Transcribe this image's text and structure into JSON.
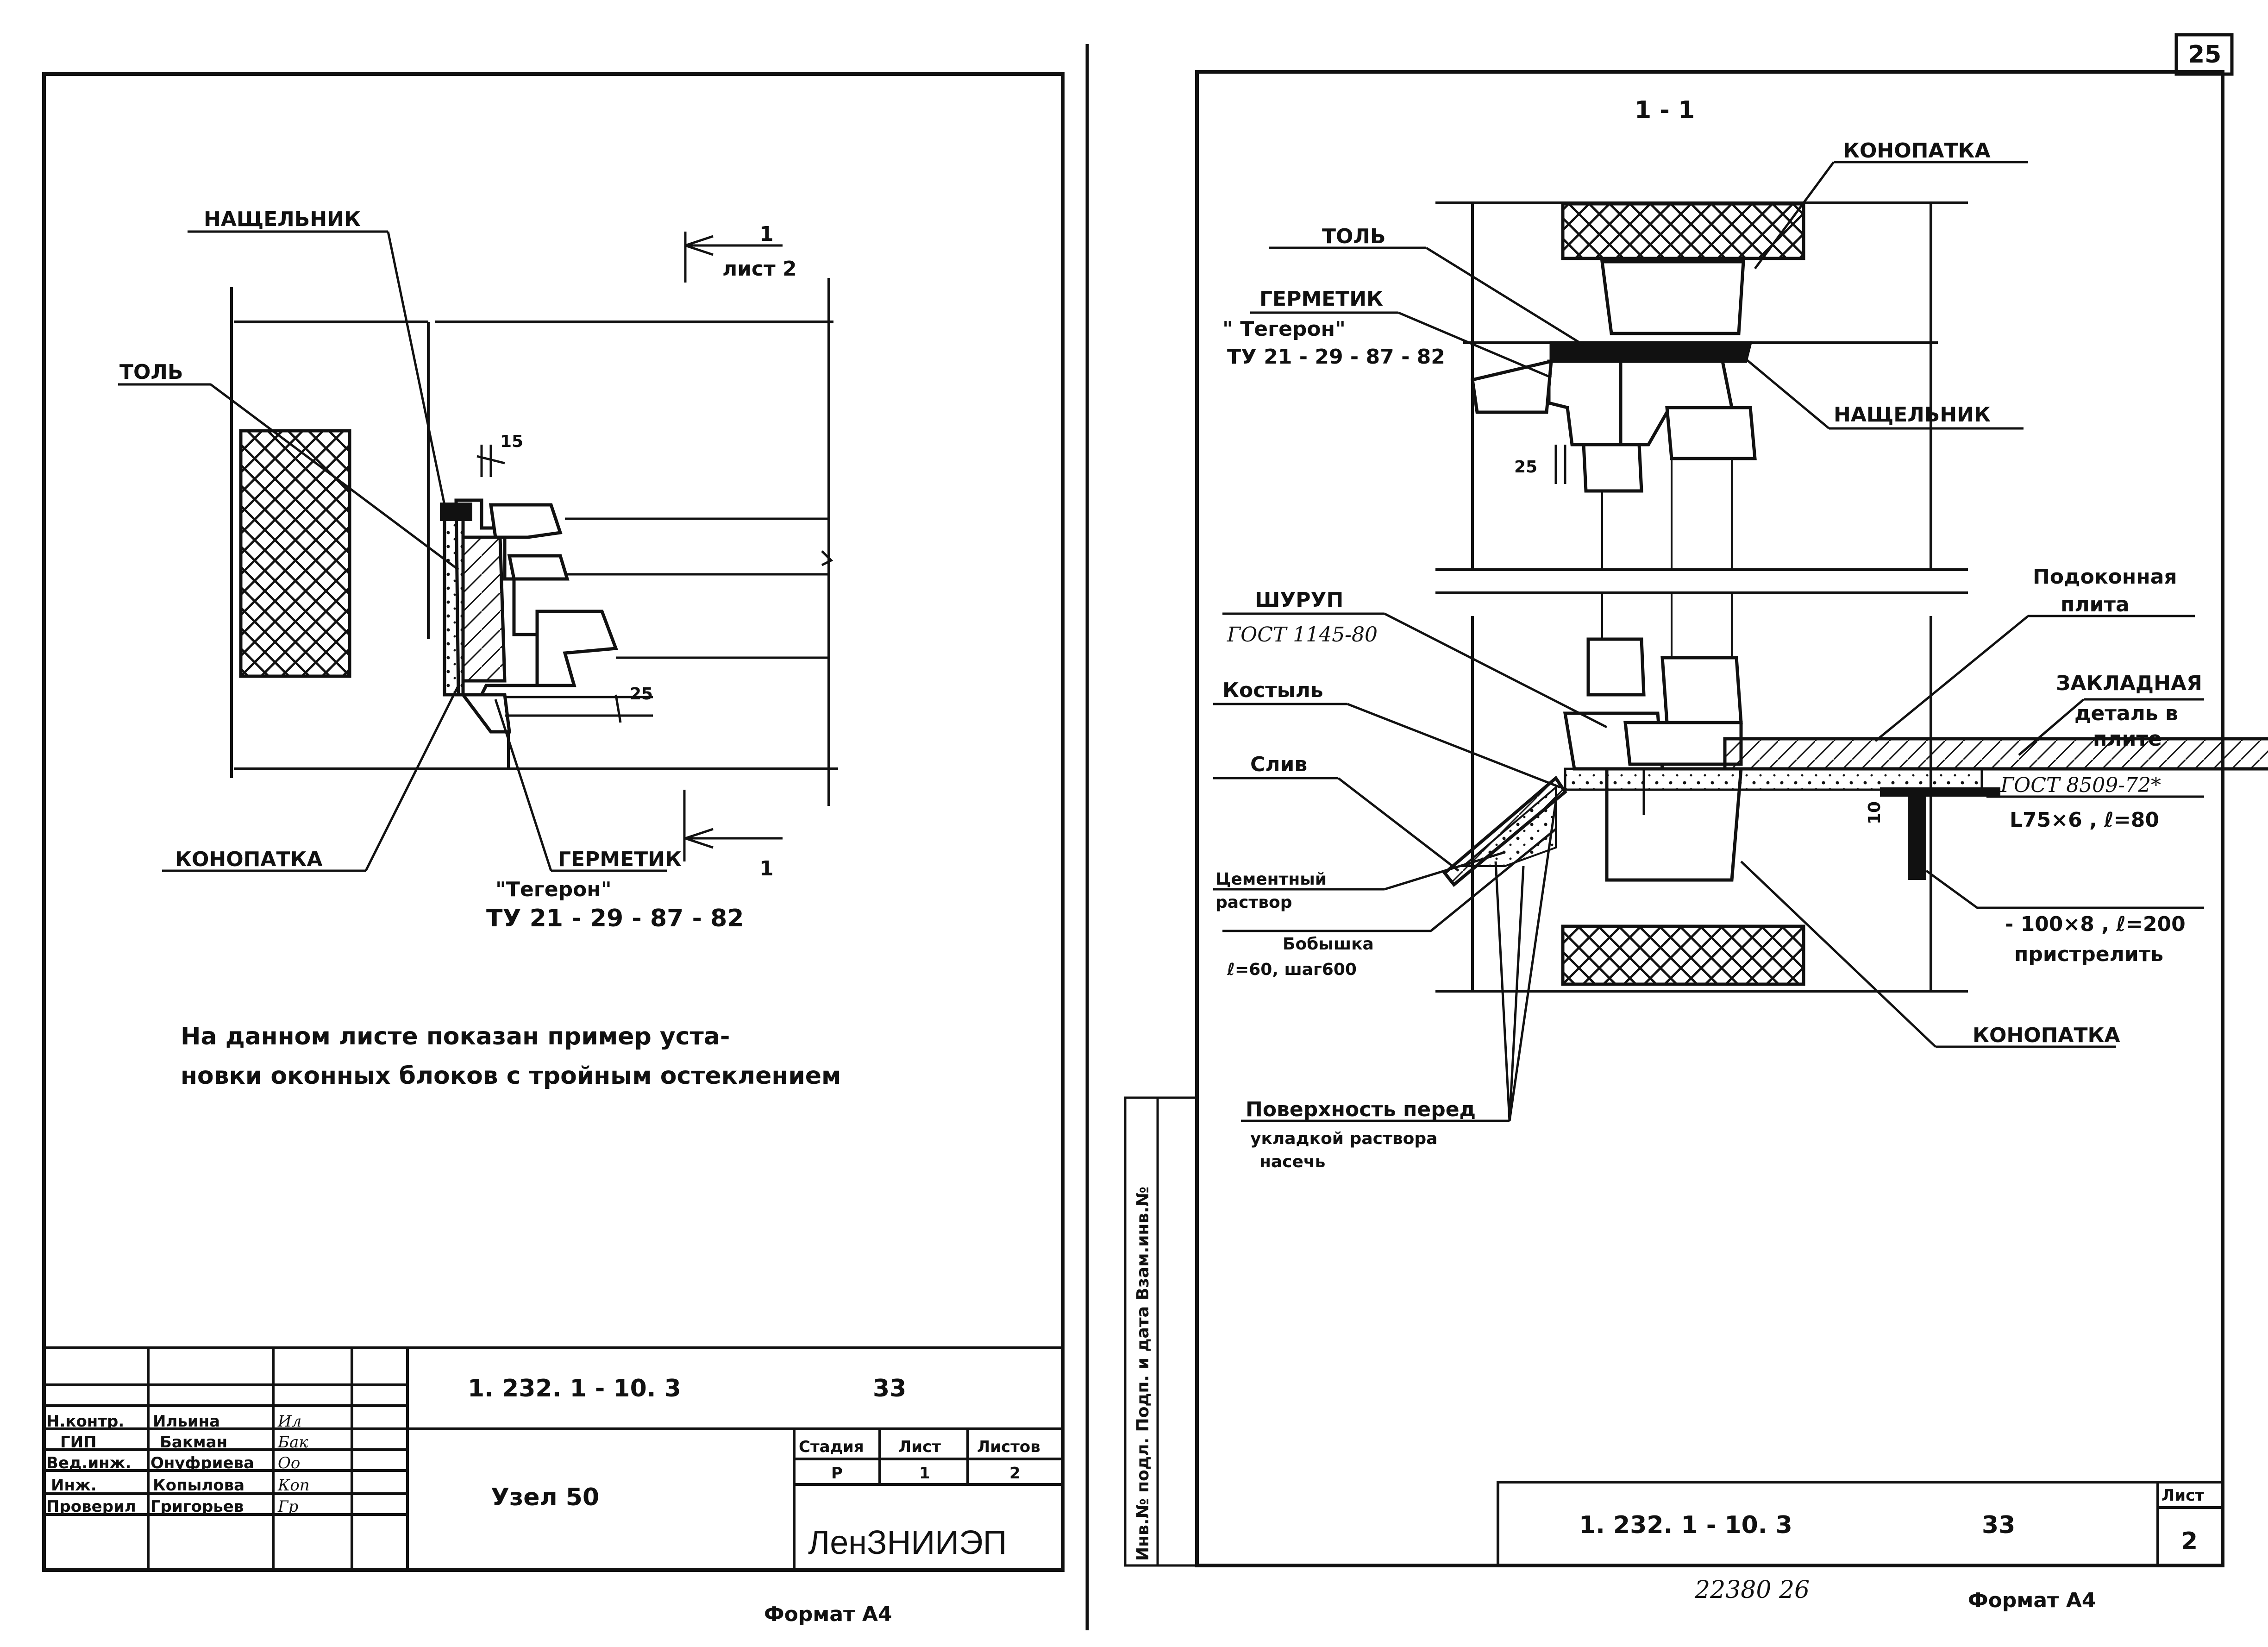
{
  "sheet_number": "25",
  "left_sheet": {
    "labels": {
      "nashchelnik": "НАЩЕЛЬНИК",
      "tol": "ТОЛЬ",
      "konopatka": "КОНОПАТКА",
      "germetik": "ГЕРМЕТИК",
      "tegeron": "\"Тегерон\"",
      "tu": "ТУ 21 - 29 - 87 - 82",
      "dim_15": "15",
      "dim_25": "25",
      "section_top_num": "1",
      "section_top_ref": "лист 2",
      "section_bottom_num": "1"
    },
    "note_line1": "На  данном  листе  показан  пример  уста-",
    "note_line2": "новки  оконных  блоков  с тройным остеклением",
    "title_block": {
      "rows": [
        {
          "role": "Н.контр.",
          "name": "Ильина",
          "sign": "Ил"
        },
        {
          "role": "ГИП",
          "name": "Бакман",
          "sign": "Бак"
        },
        {
          "role": "Вед.инж.",
          "name": "Онуфриева",
          "sign": "Оо"
        },
        {
          "role": "Инж.",
          "name": "Копылова",
          "sign": "Коп"
        },
        {
          "role": "Проверил",
          "name": "Григорьев",
          "sign": "Гр"
        }
      ],
      "code": "1. 232. 1 - 10. 3",
      "code_num": "33",
      "title": "Узел 50",
      "stage_header": "Стадия",
      "sheet_header": "Лист",
      "sheets_header": "Листов",
      "stage": "Р",
      "sheet": "1",
      "sheets": "2",
      "org": "ЛенЗНИИЭП"
    },
    "format": "Формат А4"
  },
  "right_sheet": {
    "section_title": "1 - 1",
    "labels": {
      "konopatka_top": "КОНОПАТКА",
      "tol": "ТОЛЬ",
      "germetik": "ГЕРМЕТИК",
      "tegeron": "\" Тегерон\"",
      "tu": "ТУ 21 - 29 - 87 - 82",
      "nashchelnik": "НАЩЕЛЬНИК",
      "dim_25": "25",
      "shurup": "ШУРУП",
      "gost1145": "ГОСТ 1145-80",
      "podokonnaya1": "Подоконная",
      "podokonnaya2": "плита",
      "zakladnaya1": "ЗАКЛАДНАЯ",
      "zakladnaya2": "деталь в",
      "zakladnaya3": "плите",
      "kostyl": "Костыль",
      "sliv": "Слив",
      "dim_10": "10",
      "gost8509": "ГОСТ 8509-72*",
      "angle": "L75×6 , ℓ=80",
      "cement1": "Цементный",
      "cement2": "раствор",
      "bobyshka1": "Бобышка",
      "bobyshka2": "ℓ=60, шаг600",
      "plate1": "- 100×8 , ℓ=200",
      "plate2": "пристрелить",
      "konopatka_bottom": "КОНОПАТКА",
      "surface1": "Поверхность перед",
      "surface2": "укладкой раствора",
      "surface3": "насечь"
    },
    "side_stamp": "Инв.№ подл.   Подп. и дата   Взам.инв.№",
    "title_block": {
      "code": "1. 232. 1 - 10. 3",
      "code_num": "33",
      "sheet_header": "Лист",
      "sheet": "2"
    },
    "archive_num": "22380   26",
    "format": "Формат А4"
  }
}
